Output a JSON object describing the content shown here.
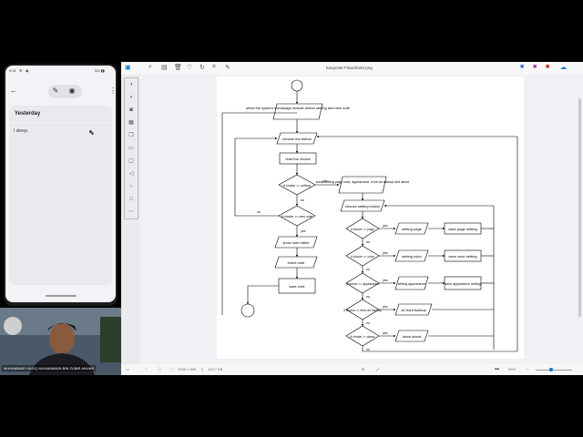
{
  "phone": {
    "status_time": "9:31",
    "status_right": "5G ▮▮",
    "card_title": "Yesterday",
    "note_text": "I sleep."
  },
  "webcam": {
    "participant_name": "MUHAMMAD HAZIQ MUHAMMAIN BIN ZUBIR ANUAR"
  },
  "viewer": {
    "title": "Easynote Flowchart2.png",
    "status_dims": "1026 × 949",
    "status_size": "143.7 KB",
    "zoom": "59%"
  },
  "flowchart": {
    "n1": "show the system homepage include button setting and new note",
    "n2": "choose the button",
    "n3": "read the choice",
    "n4": "if choice == setting",
    "n5": "show setting page color, appearance, front do backup and about",
    "n6": "choose setting choice",
    "n7": "if choice == new note",
    "n8": "show note editor",
    "n9": "insert note",
    "n10": "save note",
    "d1": "if choice == page",
    "d2": "if choice == color",
    "d3": "if choice == appearance",
    "d4": "if choice == front do backup",
    "d5": "if choice == about",
    "a1": "setting page",
    "a2": "setting color",
    "a3": "setting appearance",
    "a4": "do front backup",
    "a5": "show about",
    "s1": "save page setting",
    "s2": "save color setting",
    "s3": "save appearance setting",
    "yes": "yes",
    "no": "no"
  }
}
